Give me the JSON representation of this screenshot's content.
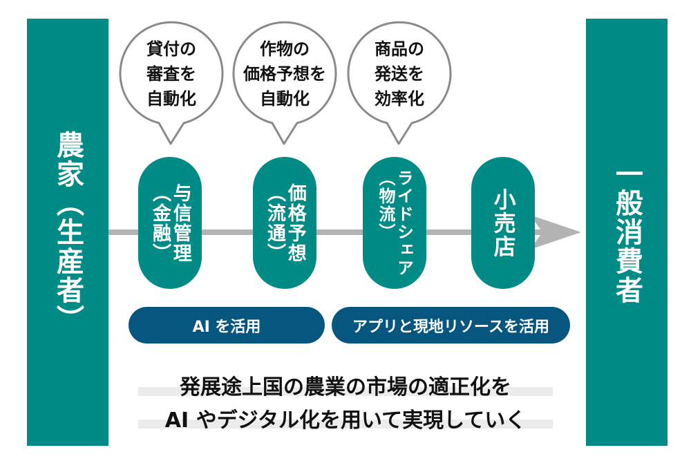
{
  "colors": {
    "teal": "#008b86",
    "dark_blue": "#075680",
    "arrow_gray": "#b3b3b3",
    "bubble_stroke": "#8a8a8a",
    "highlight_gray": "#ececec",
    "text_dark": "#111111"
  },
  "start_node": {
    "label": "農家（生産者）"
  },
  "end_node": {
    "label": "一般消費者"
  },
  "flow_arrow": {
    "icon": "right-arrow-icon"
  },
  "steps": [
    {
      "label": "与信管理",
      "sub": "（金融）"
    },
    {
      "label": "価格予想",
      "sub": "（流通）"
    },
    {
      "label": "ライドシェア",
      "sub": "（物流）"
    },
    {
      "label": "小売店",
      "sub": ""
    }
  ],
  "bubbles": [
    {
      "lines": [
        "貸付の",
        "審査を",
        "自動化"
      ]
    },
    {
      "lines": [
        "作物の",
        "価格予想を",
        "自動化"
      ]
    },
    {
      "lines": [
        "商品の",
        "発送を",
        "効率化"
      ]
    }
  ],
  "categories": [
    {
      "label": "AI を活用"
    },
    {
      "label": "アプリと現地リソースを活用"
    }
  ],
  "summary": {
    "line1": "発展途上国の農業の市場の適正化を",
    "line2": "AI やデジタル化を用いて実現していく"
  }
}
